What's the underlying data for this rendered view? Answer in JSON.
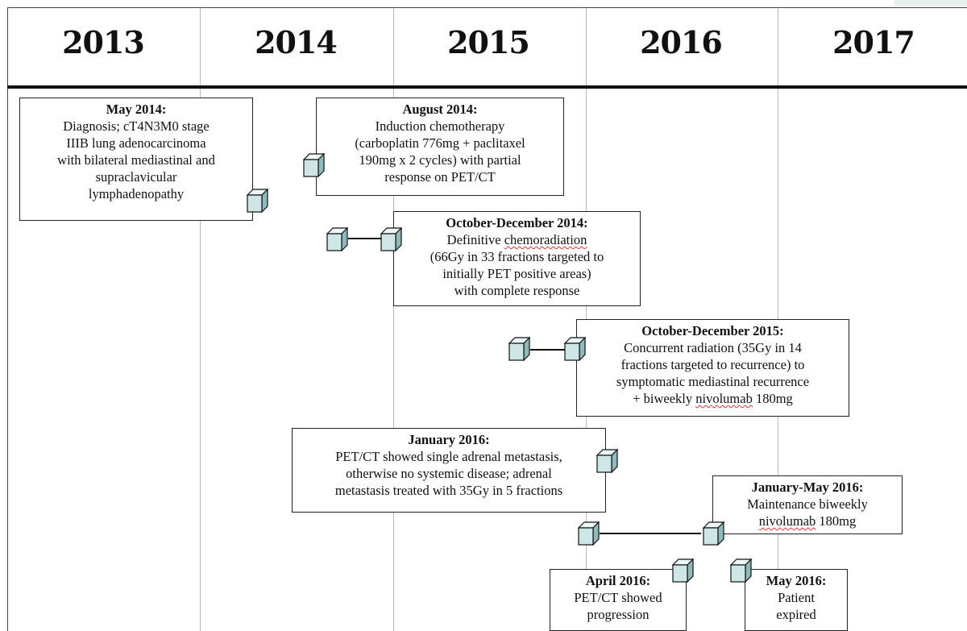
{
  "years": [
    "2013",
    "2014",
    "2015",
    "2016",
    "2017"
  ],
  "events": [
    {
      "title": "May 2014:",
      "body": "Diagnosis; cT4N3M0 stage\nIIIB lung adenocarcinoma\nwith bilateral mediastinal and\nsupraclavicular\nlymphadenopathy"
    },
    {
      "title": "August 2014:",
      "body": "Induction chemotherapy\n(carboplatin 776mg + paclitaxel\n190mg x 2 cycles) with partial\nresponse on PET/CT"
    },
    {
      "title": "October-December 2014:",
      "body": "Definitive chemoradiation\n(66Gy in 33 fractions targeted to\ninitially PET positive areas)\nwith complete response"
    },
    {
      "title": "October-December 2015:",
      "body": "Concurrent radiation (35Gy in 14\nfractions targeted to recurrence) to\nsymptomatic mediastinal recurrence\n+ biweekly nivolumab 180mg"
    },
    {
      "title": "January 2016:",
      "body": "PET/CT showed single adrenal metastasis,\notherwise no systemic disease; adrenal\nmetastasis treated with 35Gy in 5 fractions"
    },
    {
      "title": "January-May 2016:",
      "body": "Maintenance biweekly\nnivolumab 180mg"
    },
    {
      "title": "April 2016:",
      "body": "PET/CT showed\nprogression"
    },
    {
      "title": "May 2016:",
      "body": "Patient\nexpired"
    }
  ],
  "marker_icon": "cube-icon",
  "colors": {
    "cube_front": "#cfe6e6",
    "cube_top": "#eef8f8",
    "cube_side": "#8fb9bb",
    "header_rule": "#111111",
    "gridline": "#b9b9b9"
  }
}
